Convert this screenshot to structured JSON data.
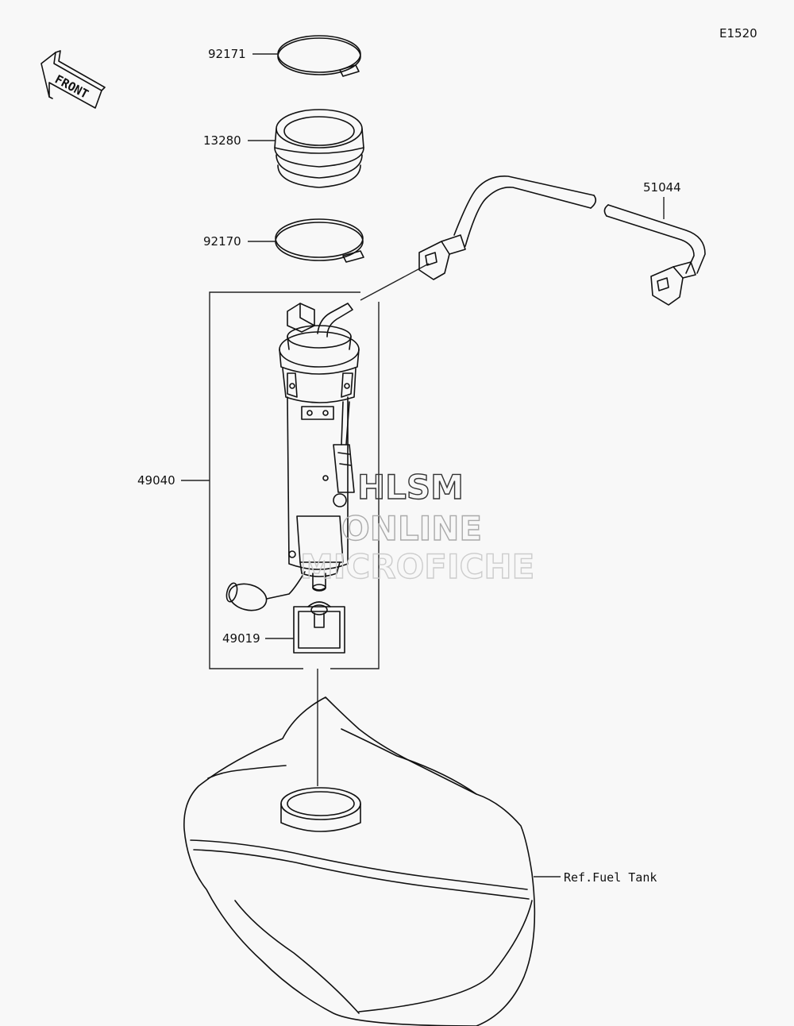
{
  "diagram_code": "E1520",
  "front_arrow_label": "FRONT",
  "watermark": {
    "line1": "HLSM",
    "line2": "ONLINE",
    "line3": "MICROFICHE"
  },
  "callouts": {
    "clamp_upper": "92171",
    "boot": "13280",
    "clamp_lower": "92170",
    "pump_assy": "49040",
    "filter": "49019",
    "hose": "51044",
    "tank_ref": "Ref.Fuel Tank"
  }
}
